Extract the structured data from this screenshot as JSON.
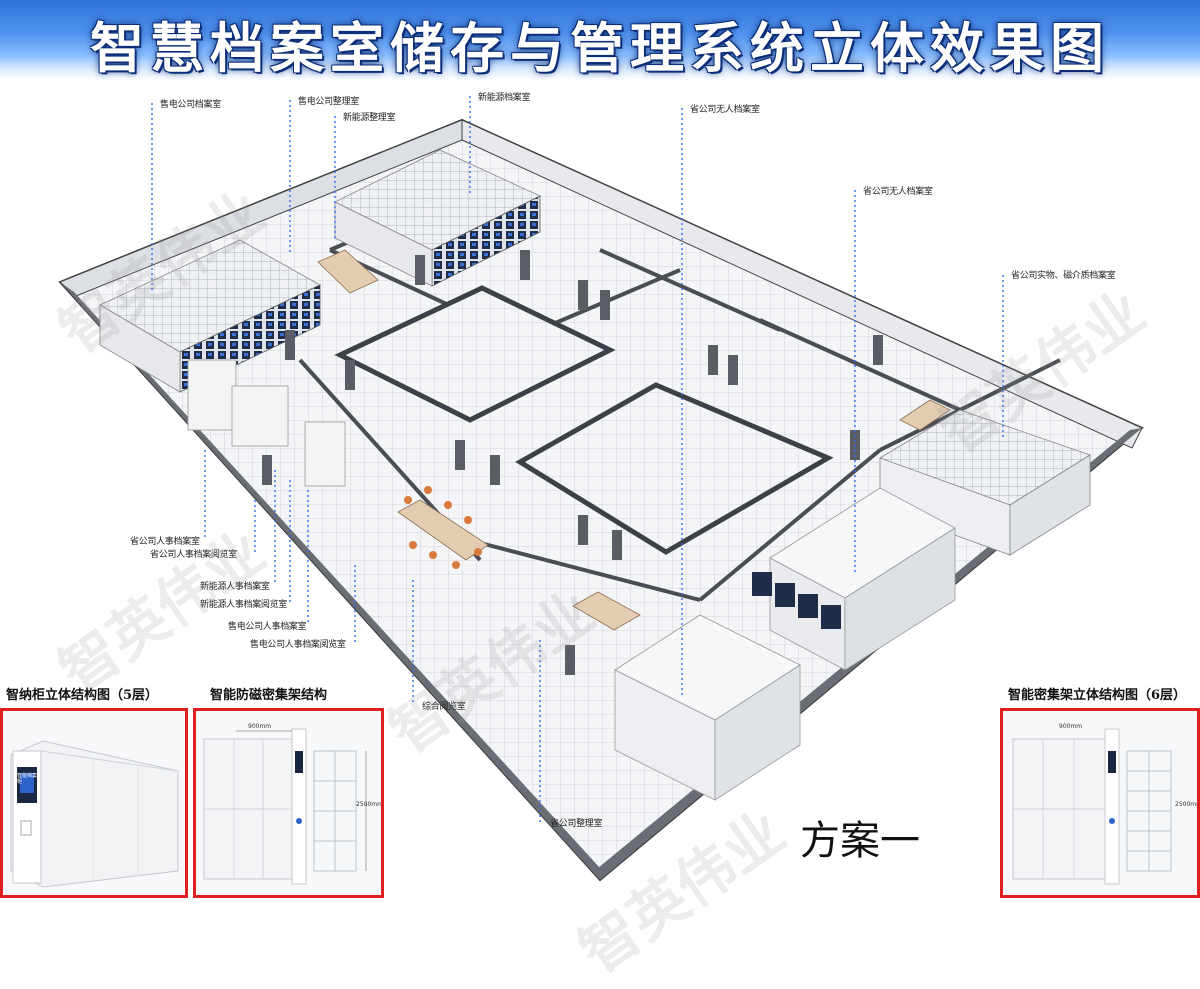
{
  "title": "智慧档案室储存与管理系统立体效果图",
  "rooms": {
    "shoudian_dangan": "售电公司档案室",
    "shoudian_zhengli": "售电公司整理室",
    "xinnengyuan_zhengli": "新能源整理室",
    "xinnengyuan_dangan": "新能源档案室",
    "sheng_wuren_1": "省公司无人档案室",
    "sheng_wuren_2": "省公司无人档案室",
    "sheng_shiwu": "省公司实物、磁介质档案室",
    "sheng_renshi_dangan": "省公司人事档案室",
    "sheng_renshi_yuelan": "省公司人事档案阅览室",
    "xny_renshi_dangan": "新能源人事档案室",
    "xny_renshi_yuelan": "新能源人事档案阅览室",
    "sd_renshi_dangan": "售电公司人事档案室",
    "sd_renshi_yuelan": "售电公司人事档案阅览室",
    "zonghe_yuelan": "综合阅览室",
    "sheng_zhengli": "省公司整理室"
  },
  "panels": {
    "cabinet": {
      "title": "智纳柜立体结构图（5层）",
      "screen_text": "智能档案柜"
    },
    "antimagnetic": {
      "title": "智能防磁密集架结构",
      "dim_w": "900mm",
      "dim_h": "2500mm"
    },
    "compact": {
      "title": "智能密集架立体结构图（6层）",
      "dim_w": "900mm",
      "dim_h": "2500mm"
    }
  },
  "scheme": "方案一",
  "watermark": "智英伟业"
}
